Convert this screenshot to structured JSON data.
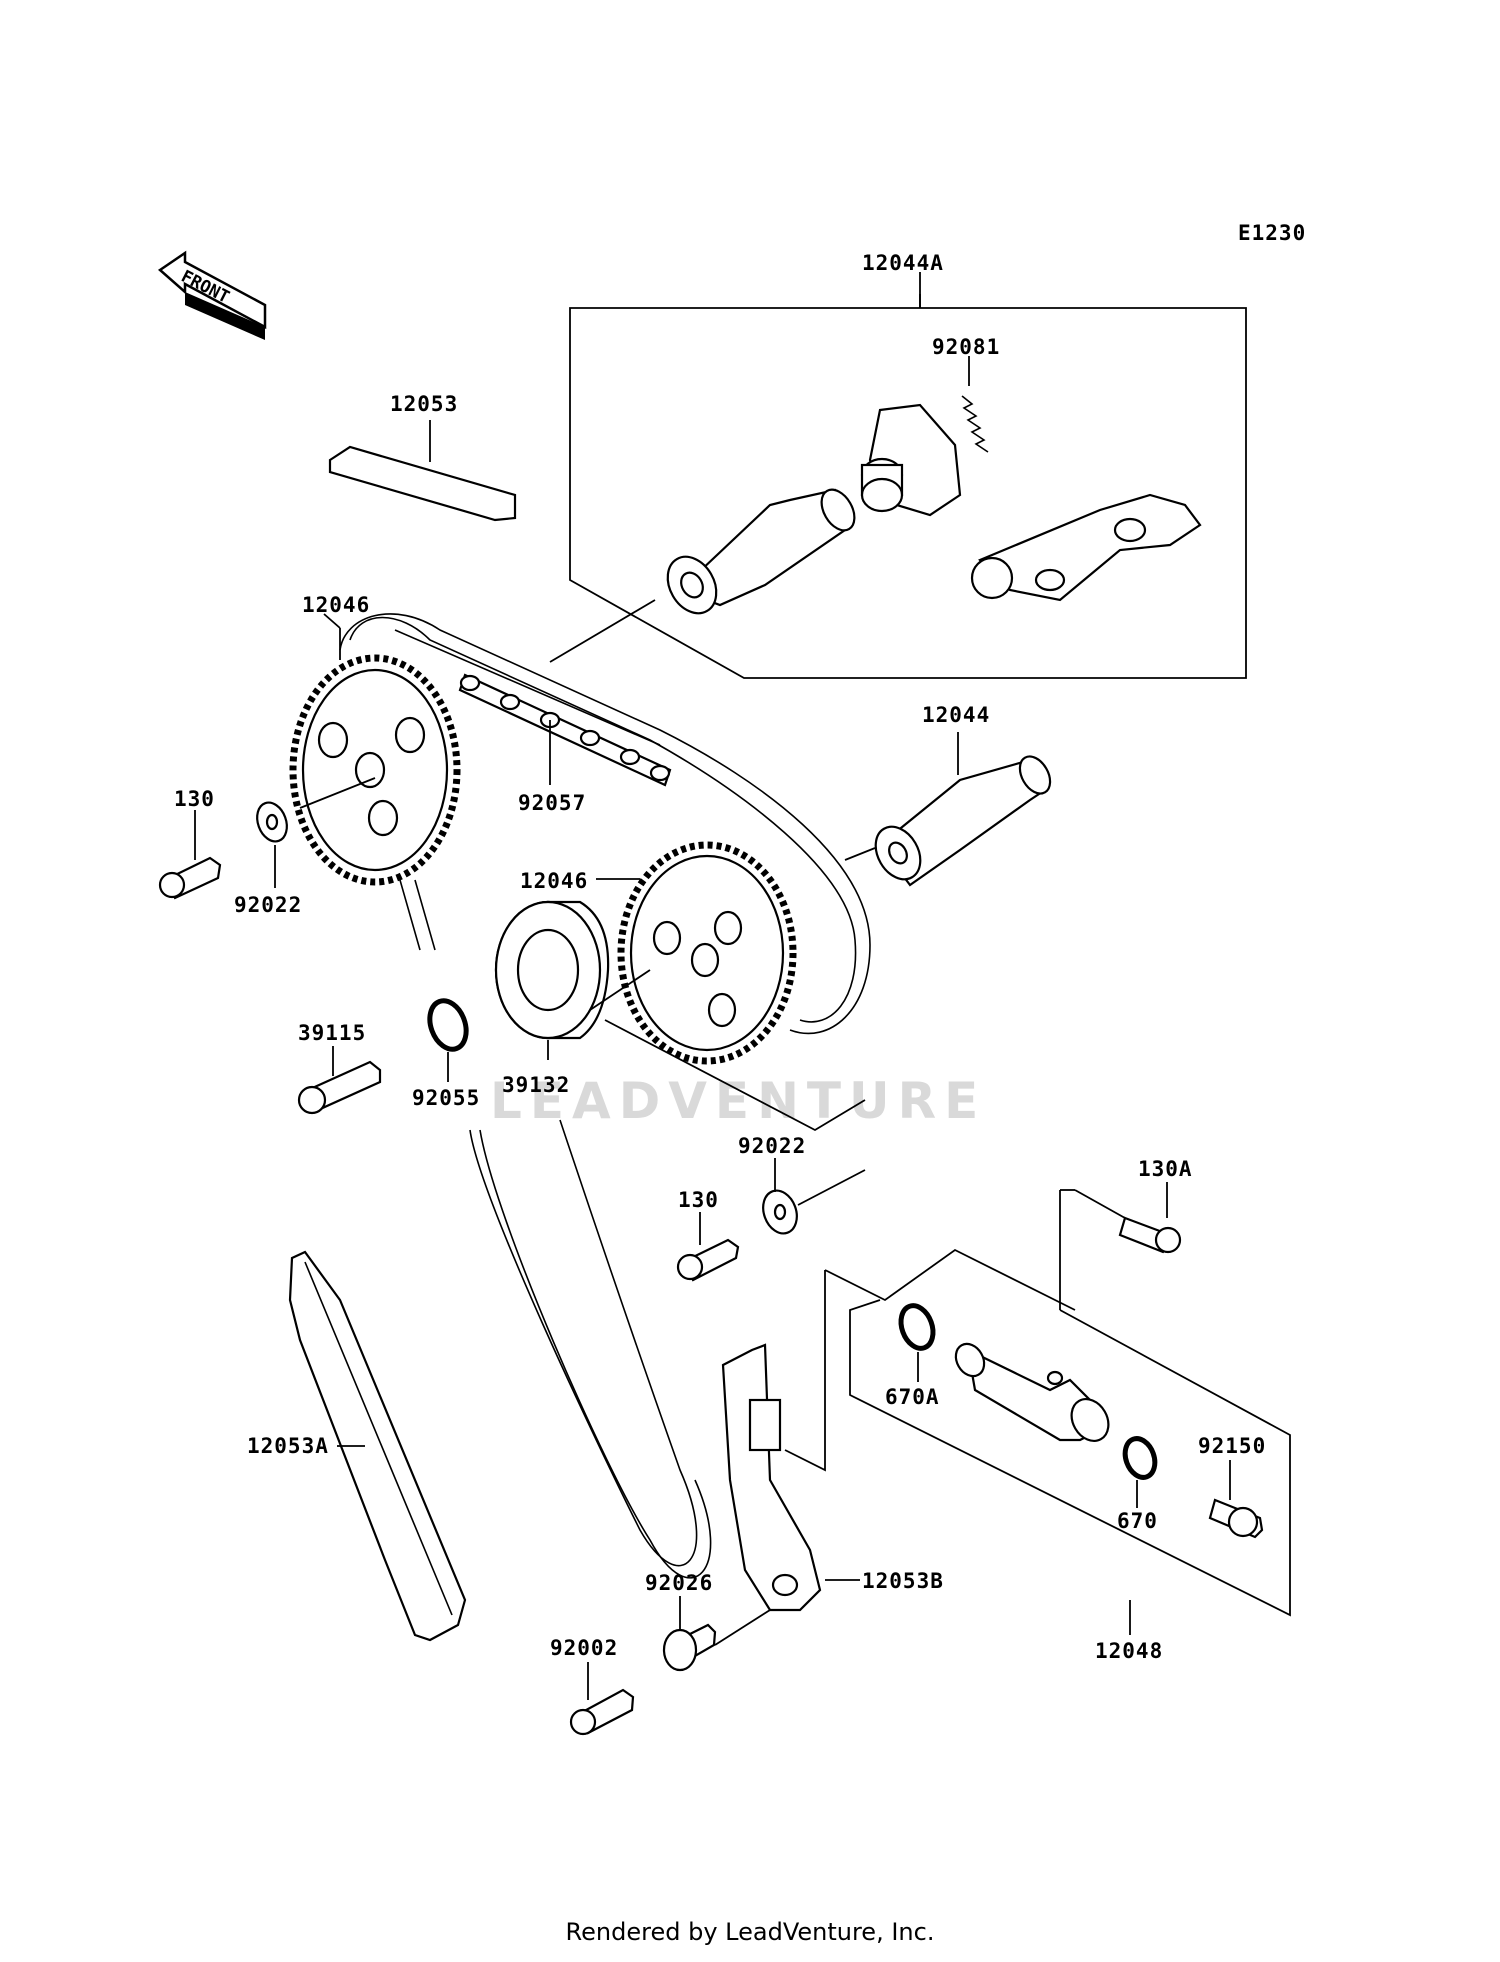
{
  "diagram_code": "E1230",
  "front_label": "FRONT",
  "watermark": "LEADVENTURE",
  "footer": "Rendered by LeadVenture, Inc.",
  "parts": {
    "p12044A": "12044A",
    "p92081": "92081",
    "p12053": "12053",
    "p12046_top": "12046",
    "p92057": "92057",
    "p12044": "12044",
    "p130_left": "130",
    "p92022_left": "92022",
    "p12046_mid": "12046",
    "p39115": "39115",
    "p39132": "39132",
    "p92055": "92055",
    "p92022_mid": "92022",
    "p130_mid": "130",
    "p130A": "130A",
    "p670A": "670A",
    "p12053A": "12053A",
    "p92150": "92150",
    "p670": "670",
    "p92026": "92026",
    "p12053B": "12053B",
    "p12048": "12048",
    "p92002": "92002"
  }
}
